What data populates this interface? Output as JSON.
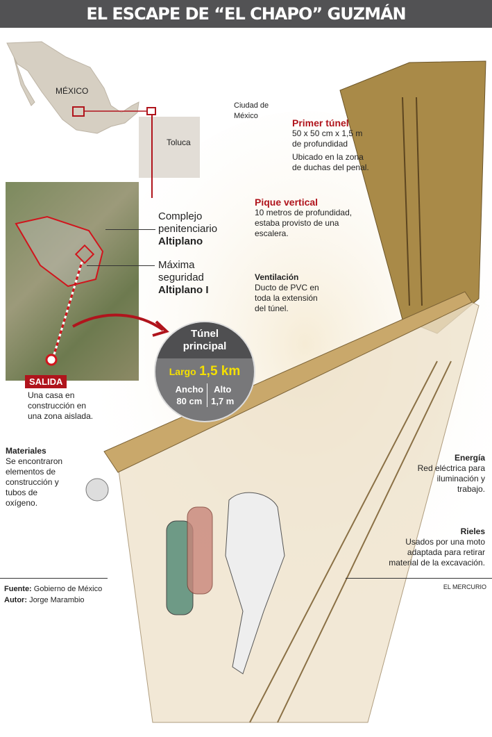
{
  "title": "EL ESCAPE DE “EL CHAPO” GUZMÁN",
  "map": {
    "country": "MÉXICO",
    "city": "Toluca",
    "capital": "Ciudad de México"
  },
  "prison": {
    "complex": [
      "Complejo",
      "penitenciario",
      "Altiplano"
    ],
    "max": [
      "Máxima",
      "seguridad"
    ],
    "max_name": "Altiplano I"
  },
  "salida": {
    "label": "SALIDA",
    "desc": [
      "Una casa en",
      "construcción en",
      "una zona aislada."
    ]
  },
  "tunnel": {
    "title": [
      "Túnel",
      "principal"
    ],
    "length_label": "Largo",
    "length_value": "1,5 km",
    "width_label": "Ancho",
    "width_value": "80 cm",
    "height_label": "Alto",
    "height_value": "1,7 m"
  },
  "primer_tunel": {
    "title": "Primer túnel",
    "lines": [
      "50 x 50 cm x 1,5 m",
      "de profundidad",
      "Ubicado en la zona",
      "de duchas del penal."
    ]
  },
  "pique": {
    "title": "Pique vertical",
    "lines": [
      "10 metros de profundidad,",
      "estaba provisto de una",
      "escalera."
    ]
  },
  "ventilacion": {
    "title": "Ventilación",
    "lines": [
      "Ducto de PVC en",
      "toda la extensión",
      "del túnel."
    ]
  },
  "materiales": {
    "title": "Materiales",
    "lines": [
      "Se encontraron",
      "elementos de",
      "construcción y",
      "tubos de",
      "oxígeno."
    ]
  },
  "energia": {
    "title": "Energía",
    "lines": [
      "Red eléctrica para",
      "iluminación y",
      "trabajo."
    ]
  },
  "rieles": {
    "title": "Rieles",
    "lines": [
      "Usados por una moto",
      "adaptada para retirar",
      "material de la excavación."
    ]
  },
  "credits": {
    "source_label": "Fuente:",
    "source": "Gobierno de México",
    "author_label": "Autor:",
    "author": "Jorge Marambio",
    "brand": "EL MERCURIO"
  },
  "colors": {
    "accent": "#b0141c",
    "header": "#525254",
    "highlight": "#f5e000"
  }
}
